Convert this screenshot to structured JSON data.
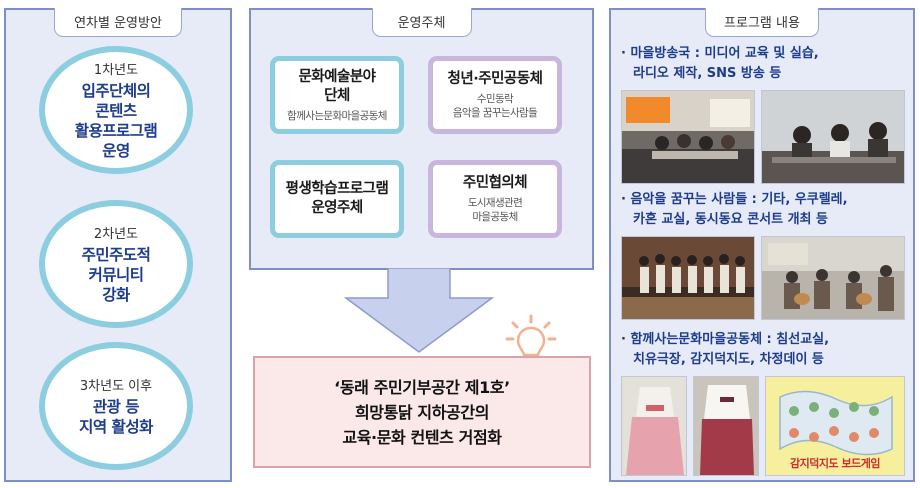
{
  "left": {
    "title": "연차별 운영방안",
    "years": [
      {
        "label": "1차년도",
        "lines": [
          "입주단체의",
          "콘텐츠",
          "활용프로그램",
          "운영"
        ]
      },
      {
        "label": "2차년도",
        "lines": [
          "주민주도적",
          "커뮤니티",
          "강화"
        ]
      },
      {
        "label": "3차년도 이후",
        "lines": [
          "관광 등",
          "지역 활성화"
        ]
      }
    ]
  },
  "middle": {
    "title": "운영주체",
    "boxes": [
      {
        "title_lines": [
          "문화예술분야",
          "단체"
        ],
        "sub_lines": [
          "함께사는문화마을공동체"
        ],
        "color": "#8ccde0"
      },
      {
        "title_lines": [
          "청년·주민공동체"
        ],
        "sub_lines": [
          "수민동락",
          "음악을 꿈꾸는사람들"
        ],
        "color": "#c8b6de"
      },
      {
        "title_lines": [
          "평생학습프로그램",
          "운영주체"
        ],
        "sub_lines": [],
        "color": "#8ccde0"
      },
      {
        "title_lines": [
          "주민협의체"
        ],
        "sub_lines": [
          "도시재생관련",
          "마을공동체"
        ],
        "color": "#c8b6de"
      }
    ]
  },
  "hub": {
    "lines": [
      "‘동래 주민기부공간 제1호’",
      "희망통닭 지하공간의",
      "교육·문화 컨텐츠 거점화"
    ]
  },
  "right": {
    "title": "프로그램 내용",
    "programs": [
      {
        "line1": "마을방송국 : 미디어 교육 및 실습,",
        "line2": "라디오 제작, SNS 방송 등"
      },
      {
        "line1": "음악을 꿈꾸는 사람들 : 기타, 우쿠렐레,",
        "line2": "카혼 교실, 동시동요 콘서트 개최 등"
      },
      {
        "line1": "함께사는문화마을공동체 : 침선교실,",
        "line2": "치유극장, 감지덕지도, 차정데이 등"
      }
    ],
    "game_caption": "감지덕지도 보드게임"
  },
  "colors": {
    "panel_bg": "#e6ebf7",
    "panel_border": "#7d8fc6",
    "teal_ring": "#8ccde0",
    "purple_ring": "#c8b6de",
    "year_text": "#1e3c8c",
    "hub_bg": "#fbe9ea",
    "hub_border": "#d6a4aa",
    "arrow_fill": "#c7d1ee",
    "bulb": "#f3b18e"
  },
  "icons": [
    "down-arrow-icon",
    "light-bulb-icon",
    "bullet-dot-icon"
  ]
}
